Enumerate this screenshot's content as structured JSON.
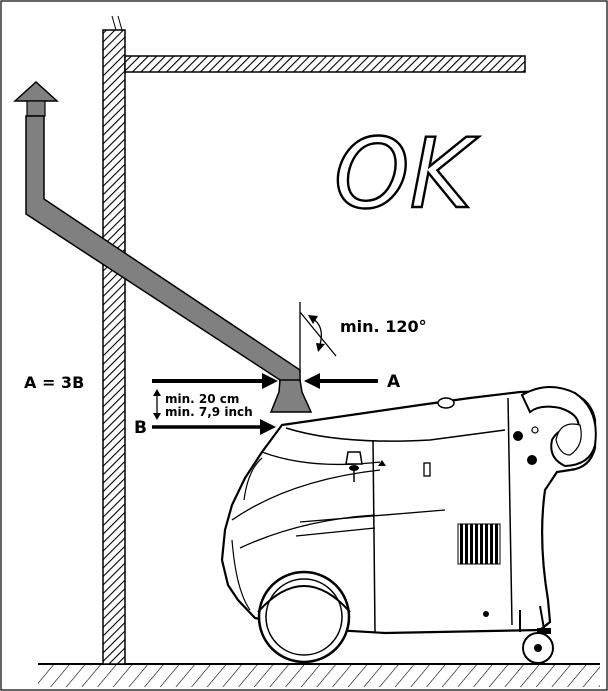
{
  "diagram": {
    "ok_label": "OK",
    "angle_label": "min. 120°",
    "ratio_label": "A = 3B",
    "label_a": "A",
    "label_b": "B",
    "distance_cm": "min. 20 cm",
    "distance_inch": "min. 7,9 inch"
  },
  "colors": {
    "duct": "#808080",
    "ink": "#000000",
    "background": "#ffffff",
    "hatch": "#000000"
  }
}
